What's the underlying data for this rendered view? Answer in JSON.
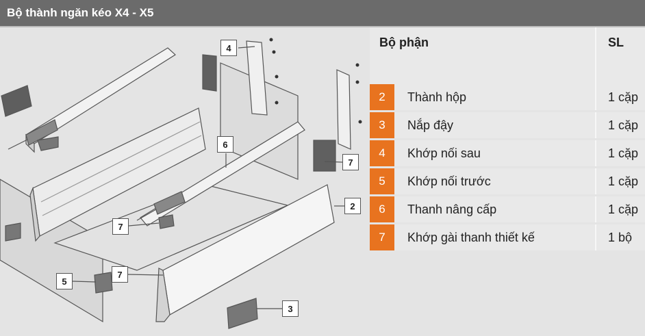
{
  "title": "Bộ thành ngăn kéo X4 - X5",
  "table": {
    "header_part": "Bộ phận",
    "header_qty": "SL",
    "rows": [
      {
        "num": "2",
        "name": "Thành hộp",
        "qty": "1 cặp"
      },
      {
        "num": "3",
        "name": "Nắp đậy",
        "qty": "1 cặp"
      },
      {
        "num": "4",
        "name": "Khớp nối sau",
        "qty": "1 cặp"
      },
      {
        "num": "5",
        "name": "Khớp nối trước",
        "qty": "1 cặp"
      },
      {
        "num": "6",
        "name": "Thanh nâng cấp",
        "qty": "1 cặp"
      },
      {
        "num": "7",
        "name": "Khớp gài thanh thiết kế",
        "qty": "1 bộ"
      }
    ]
  },
  "callouts": [
    "4",
    "6",
    "7",
    "2",
    "7",
    "5",
    "7",
    "3"
  ],
  "colors": {
    "accent": "#e8731f",
    "title_bg": "#6b6b6b",
    "background": "#e4e4e4"
  }
}
